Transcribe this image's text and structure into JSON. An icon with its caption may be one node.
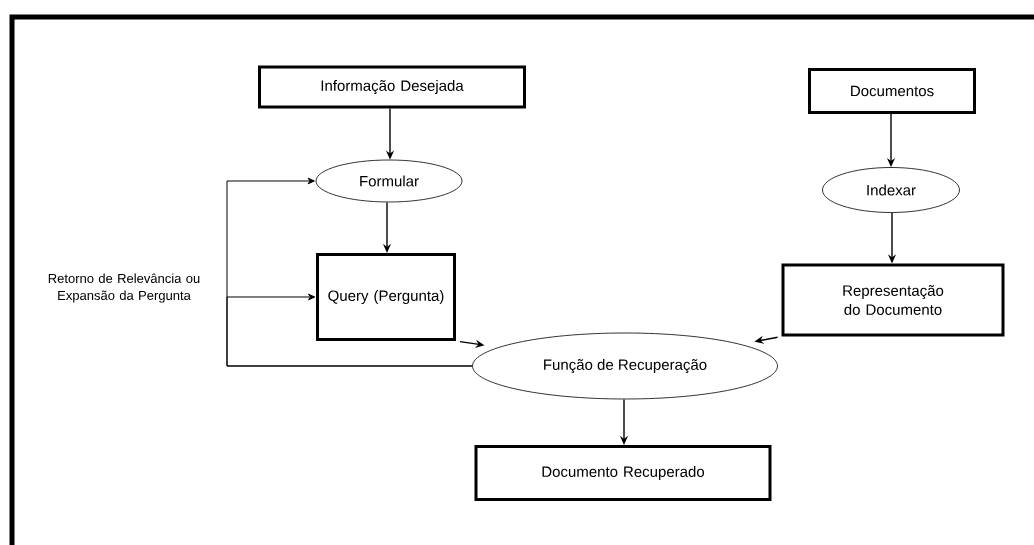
{
  "diagram": {
    "nodes": [
      {
        "text": [
          "Informação Desejada"
        ]
      },
      {
        "text": [
          "Documentos"
        ]
      },
      {
        "text": [
          "Formular"
        ]
      },
      {
        "text": [
          "Indexar"
        ]
      },
      {
        "text": [
          "Query (Pergunta)"
        ]
      },
      {
        "text": [
          "Representação do Documento"
        ]
      },
      {
        "text": [
          "Função de Recuperação"
        ]
      },
      {
        "text": [
          "Documento Recuperado"
        ]
      }
    ],
    "edges": [
      {
        "from": 0,
        "to": 2,
        "arrow": "to"
      },
      {
        "from": 2,
        "to": 4,
        "arrow": "to"
      },
      {
        "from": 4,
        "to": 6,
        "arrow": "to"
      },
      {
        "from": 1,
        "to": 3,
        "arrow": "to"
      },
      {
        "from": 3,
        "to": 5,
        "arrow": "to"
      },
      {
        "from": 5,
        "to": 6,
        "arrow": "to"
      },
      {
        "from": 6,
        "to": 7,
        "arrow": "to"
      },
      {
        "from": 6,
        "to": 2,
        "arrow": "to"
      },
      {
        "from": 6,
        "to": 4,
        "arrow": "to"
      }
    ],
    "labels": [
      "Retorno de Relevância ou Expansão da Pergunta"
    ]
  }
}
